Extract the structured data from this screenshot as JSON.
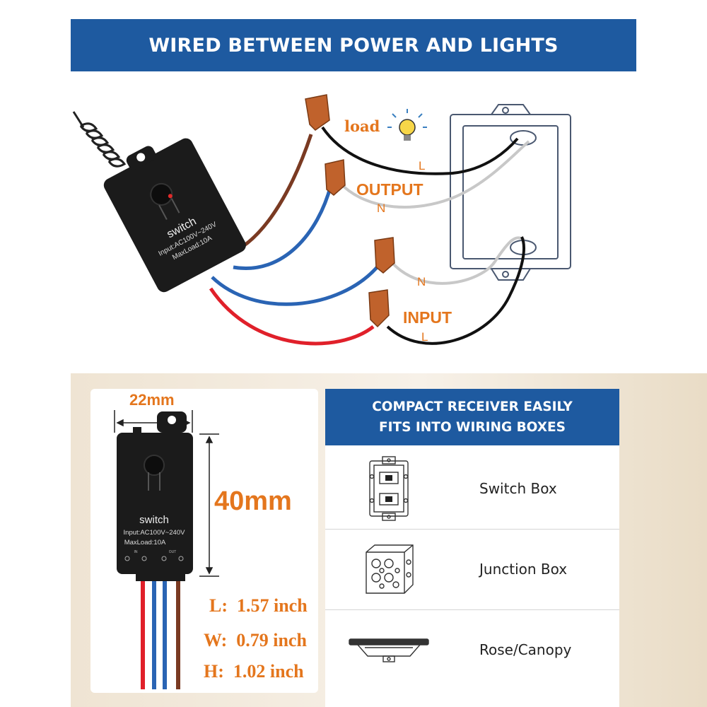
{
  "banner": {
    "title": "WIRED BETWEEN POWER AND LIGHTS"
  },
  "wiring": {
    "load_label": "load",
    "output_label": "OUTPUT",
    "input_label": "INPUT",
    "wire_letters": {
      "load_l": "L",
      "output_n": "N",
      "input_n": "N",
      "input_l": "L"
    },
    "device": {
      "name": "switch",
      "input": "Input:AC100V~240V",
      "maxload": "MaxLoad:10A"
    }
  },
  "dimensions": {
    "width": "22mm",
    "height": "40mm",
    "device": {
      "name": "switch",
      "input": "Input:AC100V~240V",
      "maxload": "MaxLoad:10A",
      "in": "IN",
      "out": "OUT"
    },
    "specs": [
      {
        "key": "L:",
        "value": "1.57 inch"
      },
      {
        "key": "W:",
        "value": "0.79 inch"
      },
      {
        "key": "H:",
        "value": "1.02 inch"
      }
    ]
  },
  "compact": {
    "header_line1": "COMPACT RECEIVER EASILY",
    "header_line2": "FITS INTO WIRING BOXES",
    "boxes": [
      {
        "label": "Switch Box",
        "icon": "switch-box-icon"
      },
      {
        "label": "Junction Box",
        "icon": "junction-box-icon"
      },
      {
        "label": "Rose/Canopy",
        "icon": "rose-canopy-icon"
      }
    ]
  },
  "colors": {
    "banner": "#1e5aa0",
    "accent": "#e4761d",
    "wire_brown": "#7a3a22",
    "wire_blue": "#2a64b4",
    "wire_red": "#e0202a"
  }
}
